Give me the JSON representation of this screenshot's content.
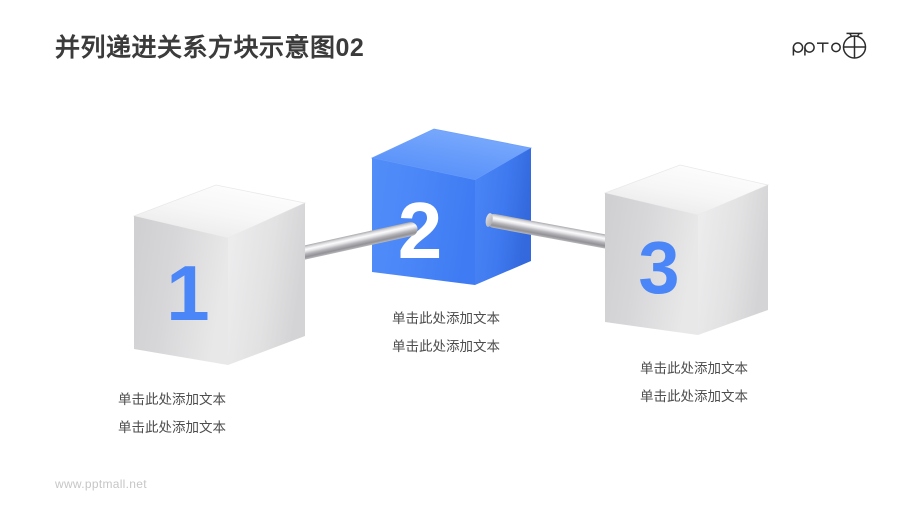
{
  "slide": {
    "title": "并列递进关系方块示意图02",
    "background_color": "#ffffff",
    "title_color": "#3b3b3b"
  },
  "brand": {
    "logo_text": "PPT",
    "logo_name": "pptmall-logo"
  },
  "footer": {
    "watermark": "www.pptmall.net"
  },
  "theme": {
    "accent_blue": "#4a86f7",
    "accent_blue_light": "#5d95fa",
    "accent_blue_dark": "#3a72e8",
    "cube_gray_front": "#d2d2d3",
    "cube_gray_top": "#f2f2f2",
    "cube_gray_side": "#e3e3e4",
    "number_blue": "#4a86f7",
    "number_white": "#ffffff",
    "rod_silver": "#c9c9cb",
    "text_gray": "#4d4d4d",
    "watermark_gray": "#c6c6c6"
  },
  "diagram": {
    "type": "three-cube-progression",
    "connector_count": 2,
    "cubes": [
      {
        "id": "cube-1",
        "number": "1",
        "style": "gray",
        "number_color": "#4a86f7",
        "caption": {
          "lines": [
            "单击此处添加文本",
            "单击此处添加文本"
          ]
        }
      },
      {
        "id": "cube-2",
        "number": "2",
        "style": "blue",
        "number_color": "#ffffff",
        "caption": {
          "lines": [
            "单击此处添加文本",
            "单击此处添加文本"
          ]
        }
      },
      {
        "id": "cube-3",
        "number": "3",
        "style": "gray",
        "number_color": "#4a86f7",
        "caption": {
          "lines": [
            "单击此处添加文本",
            "单击此处添加文本"
          ]
        }
      }
    ],
    "connectors": [
      {
        "id": "connector-1-2",
        "from": "cube-1",
        "to": "cube-2",
        "style": "silver-rod"
      },
      {
        "id": "connector-2-3",
        "from": "cube-2",
        "to": "cube-3",
        "style": "silver-rod"
      }
    ]
  }
}
